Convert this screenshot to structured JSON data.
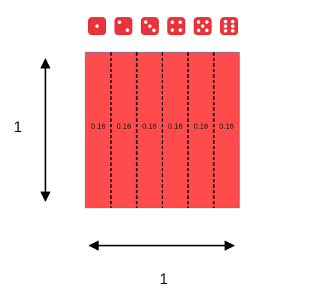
{
  "dice": [
    {
      "face": 1,
      "name": "die-one-icon"
    },
    {
      "face": 2,
      "name": "die-two-icon"
    },
    {
      "face": 3,
      "name": "die-three-icon"
    },
    {
      "face": 4,
      "name": "die-four-icon"
    },
    {
      "face": 5,
      "name": "die-five-icon"
    },
    {
      "face": 6,
      "name": "die-six-icon"
    }
  ],
  "square": {
    "fill_color": "#ff4b4b",
    "border_color": "#4a72c4",
    "divider_style": "dashed",
    "cell_labels": [
      "0.16",
      "0.16",
      "0.16",
      "0.16",
      "0.16",
      "0.16"
    ]
  },
  "dimensions": {
    "height_label": "1",
    "width_label": "1"
  },
  "colors": {
    "die": "#e8343a",
    "pip": "#ffffff",
    "arrow": "#000000"
  }
}
